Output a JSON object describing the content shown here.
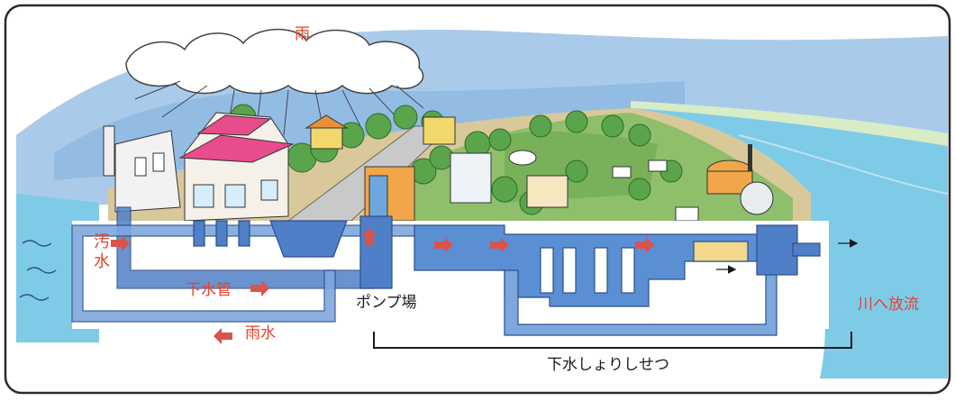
{
  "labels": {
    "rain": "雨",
    "wastewater": "汚水",
    "sewer_pipe": "下水管",
    "stormwater": "雨水",
    "pump_station": "ポンプ場",
    "discharge_to_river": "川へ放流",
    "treatment_plant": "下水しょりしせつ"
  },
  "colors": {
    "label_red": "#e8412a",
    "sea_blue": "#7ecbe8",
    "sky_blue": "#9fc4e6",
    "pipe_blue": "#4f7fc6",
    "ground_green": "#6fb05a",
    "arrow_red": "#d9534f"
  }
}
